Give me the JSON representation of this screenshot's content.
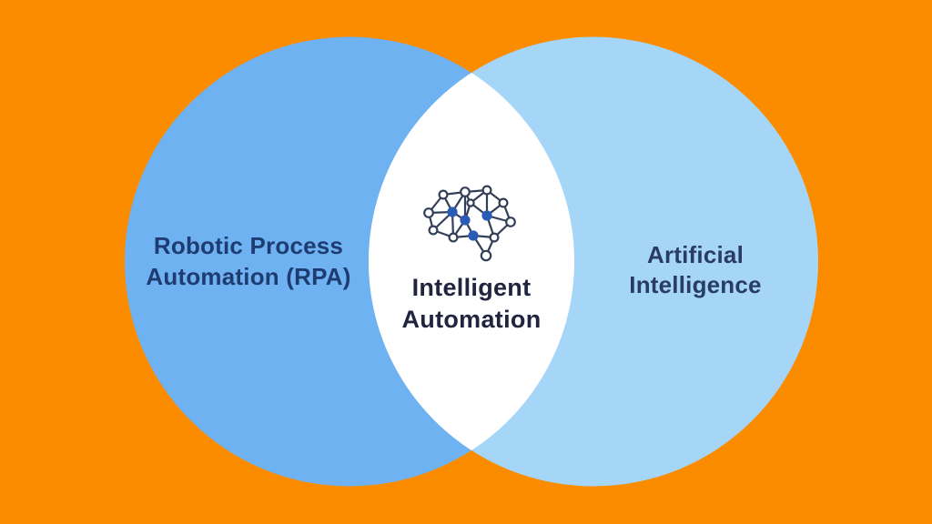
{
  "diagram": {
    "type": "venn",
    "background_color": "#FB8C00",
    "left_circle": {
      "label": "Robotic Process Automation (RPA)",
      "label_lines": [
        "Robotic Process",
        "Automation (RPA)"
      ],
      "color": "#6FB2F1",
      "text_color": "#1F3C72"
    },
    "right_circle": {
      "label": "Artificial Intelligence",
      "label_lines": [
        "Artificial",
        "Intelligence"
      ],
      "color": "#A5D6F8",
      "text_color": "#2A3C66"
    },
    "intersection": {
      "label": "Intelligent Automation",
      "label_lines": [
        "Intelligent",
        "Automation"
      ],
      "color": "#FFFFFF",
      "text_color": "#20243F",
      "icon": "brain-network-icon",
      "icon_colors": {
        "node_fill": "#2A5CB5",
        "node_white": "#FFFFFF",
        "outline": "#333F58"
      }
    }
  }
}
